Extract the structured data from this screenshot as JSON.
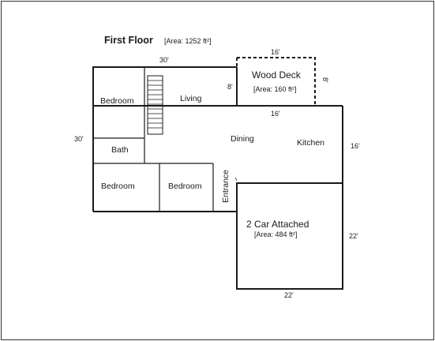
{
  "floor_title": "First Floor",
  "floor_area": "[Area: 1252 ft²]",
  "dims": {
    "house_top": "30'",
    "house_left": "30'",
    "deck_top": "16'",
    "deck_right": "8'",
    "deck_left": "8'",
    "deck_bottom": "16'",
    "kitchen_right": "16'",
    "garage_right": "22'",
    "garage_bottom": "22'"
  },
  "rooms": {
    "bedroom_top": "Bedroom",
    "living": "Living",
    "bath": "Bath",
    "dining": "Dining",
    "kitchen": "Kitchen",
    "bedroom_bottom_left": "Bedroom",
    "bedroom_bottom_right": "Bedroom",
    "entrance": "Entrance"
  },
  "deck": {
    "name": "Wood Deck",
    "area": "[Area: 160 ft²]"
  },
  "garage": {
    "name": "2 Car Attached",
    "area": "[Area: 484 ft²]"
  },
  "colors": {
    "wall": "#1a1a1a",
    "frame": "#333333",
    "background": "#ffffff"
  }
}
